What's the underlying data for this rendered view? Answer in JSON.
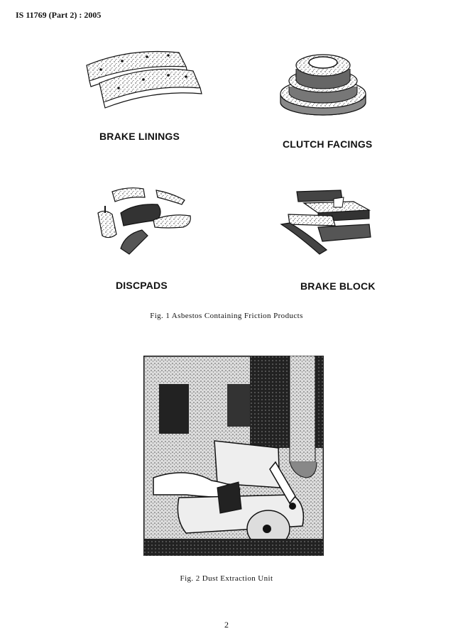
{
  "header": {
    "standard": "IS 11769 (Part 2) : 2005"
  },
  "figure1": {
    "labels": {
      "brake_linings": "BRAKE LININGS",
      "clutch_facings": "CLUTCH FACINGS",
      "discpads": "DISCPADS",
      "brake_block": "BRAKE BLOCK"
    },
    "caption": "Fig. 1 Asbestos Containing Friction Products"
  },
  "figure2": {
    "caption": "Fig. 2 Dust Extraction Unit"
  },
  "footer": {
    "page_number": "2"
  }
}
